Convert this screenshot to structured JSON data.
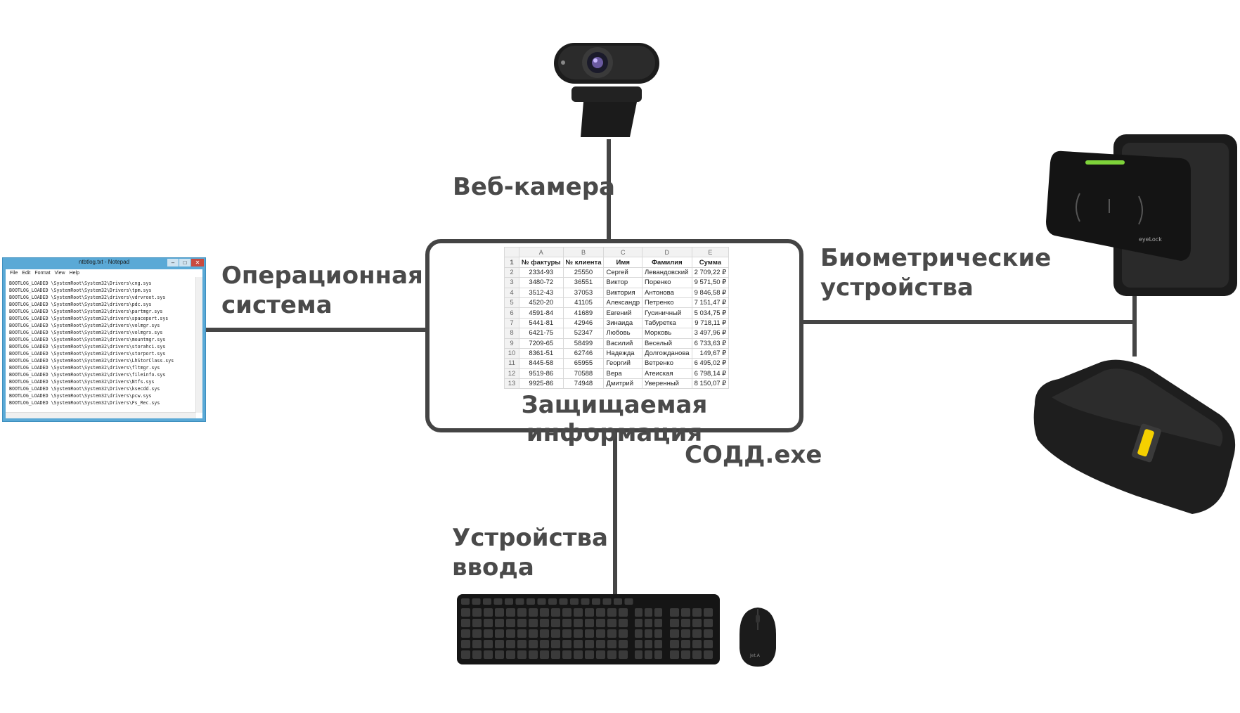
{
  "labels": {
    "webcam": "Веб-камера",
    "os": "Операционная\nсистема",
    "biometric": "Биометрические\nустройства",
    "input": "Устройства\nввода",
    "exe": "СОДД.exe",
    "protected": "Защищаемая информация"
  },
  "table": {
    "col_letters": [
      "A",
      "B",
      "C",
      "D",
      "E"
    ],
    "headers": [
      "№ фактуры",
      "№ клиента",
      "Имя",
      "Фамилия",
      "Сумма"
    ],
    "rows": [
      [
        "2334-93",
        "25550",
        "Сергей",
        "Левандовский",
        "2 709,22 ₽"
      ],
      [
        "3480-72",
        "36551",
        "Виктор",
        "Поренко",
        "9 571,50 ₽"
      ],
      [
        "3512-43",
        "37053",
        "Виктория",
        "Антонова",
        "9 846,58 ₽"
      ],
      [
        "4520-20",
        "41105",
        "Александр",
        "Петренко",
        "7 151,47 ₽"
      ],
      [
        "4591-84",
        "41689",
        "Евгений",
        "Гусиничный",
        "5 034,75 ₽"
      ],
      [
        "5441-81",
        "42946",
        "Зинаида",
        "Табуретка",
        "9 718,11 ₽"
      ],
      [
        "6421-75",
        "52347",
        "Любовь",
        "Морковь",
        "3 497,96 ₽"
      ],
      [
        "7209-65",
        "58499",
        "Василий",
        "Веселый",
        "6 733,63 ₽"
      ],
      [
        "8361-51",
        "62746",
        "Надежда",
        "Долгожданова",
        "149,67 ₽"
      ],
      [
        "8445-58",
        "65955",
        "Георгий",
        "Ветренко",
        "6 495,02 ₽"
      ],
      [
        "9519-86",
        "70588",
        "Вера",
        "Атеиская",
        "6 798,14 ₽"
      ],
      [
        "9925-86",
        "74948",
        "Дмитрий",
        "Уверенный",
        "8 150,07 ₽"
      ]
    ]
  },
  "notepad": {
    "title": "ntbtlog.txt - Notepad",
    "menu": [
      "File",
      "Edit",
      "Format",
      "View",
      "Help"
    ],
    "lines": [
      "BOOTLOG_LOADED \\SystemRoot\\System32\\Drivers\\cng.sys",
      "BOOTLOG_LOADED \\SystemRoot\\System32\\Drivers\\tpm.sys",
      "BOOTLOG_LOADED \\SystemRoot\\System32\\drivers\\vdrvroot.sys",
      "BOOTLOG_LOADED \\SystemRoot\\System32\\drivers\\pdc.sys",
      "BOOTLOG_LOADED \\SystemRoot\\System32\\drivers\\partmgr.sys",
      "BOOTLOG_LOADED \\SystemRoot\\System32\\drivers\\spaceport.sys",
      "BOOTLOG_LOADED \\SystemRoot\\System32\\drivers\\volmgr.sys",
      "BOOTLOG_LOADED \\SystemRoot\\System32\\drivers\\volmgrx.sys",
      "BOOTLOG_LOADED \\SystemRoot\\System32\\drivers\\mountmgr.sys",
      "BOOTLOG_LOADED \\SystemRoot\\System32\\drivers\\storahci.sys",
      "BOOTLOG_LOADED \\SystemRoot\\System32\\drivers\\storport.sys",
      "BOOTLOG_LOADED \\SystemRoot\\System32\\drivers\\LhStorClass.sys",
      "BOOTLOG_LOADED \\SystemRoot\\System32\\drivers\\fltmgr.sys",
      "BOOTLOG_LOADED \\SystemRoot\\System32\\drivers\\fileinfo.sys",
      "BOOTLOG_LOADED \\SystemRoot\\System32\\Drivers\\Ntfs.sys",
      "BOOTLOG_LOADED \\SystemRoot\\System32\\Drivers\\ksecdd.sys",
      "BOOTLOG_LOADED \\SystemRoot\\System32\\drivers\\pcw.sys",
      "BOOTLOG_LOADED \\SystemRoot\\System32\\Drivers\\Fs_Rec.sys"
    ]
  },
  "devices": {
    "reader_brand": "eyeLock",
    "mouse_brand": "Jet.A"
  },
  "colors": {
    "line": "#454545",
    "text": "#4a4a4a",
    "notepad_frame": "#5aa9d6",
    "reader_led": "#7ed33a",
    "scanner_sensor": "#f5d000"
  }
}
